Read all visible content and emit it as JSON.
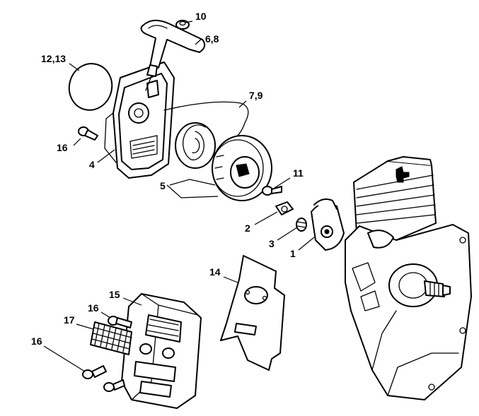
{
  "callouts": [
    {
      "key": "c10",
      "text": "10"
    },
    {
      "key": "c68",
      "text": "6,8"
    },
    {
      "key": "c1213",
      "text": "12,13"
    },
    {
      "key": "c79",
      "text": "7,9"
    },
    {
      "key": "c16a",
      "text": "16"
    },
    {
      "key": "c4",
      "text": "4"
    },
    {
      "key": "c5",
      "text": "5"
    },
    {
      "key": "c11",
      "text": "11"
    },
    {
      "key": "c2",
      "text": "2"
    },
    {
      "key": "c3",
      "text": "3"
    },
    {
      "key": "c1",
      "text": "1"
    },
    {
      "key": "c14",
      "text": "14"
    },
    {
      "key": "c15",
      "text": "15"
    },
    {
      "key": "c16b",
      "text": "16"
    },
    {
      "key": "c17",
      "text": "17"
    },
    {
      "key": "c16c",
      "text": "16"
    }
  ]
}
